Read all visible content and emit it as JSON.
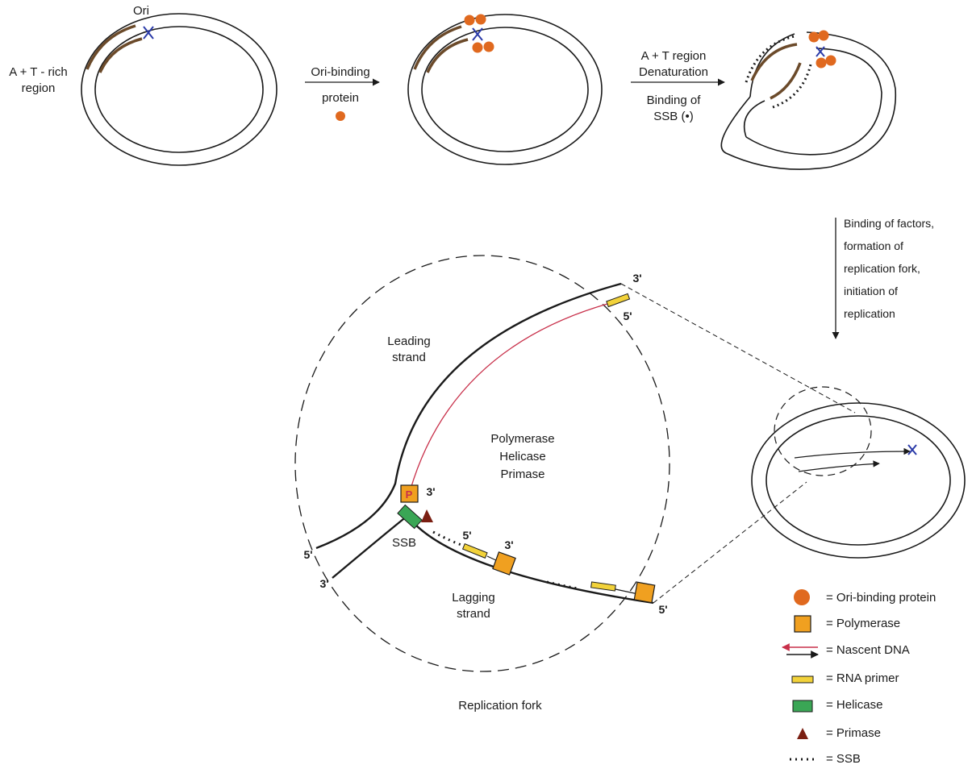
{
  "labels": {
    "ori": "Ori",
    "at_rich_region": "A + T - rich region",
    "ori_binding_arrow": "Ori-binding",
    "ori_binding_protein_caption": "protein",
    "at_region_arrow": "A + T region Denaturation",
    "binding_ssb_caption": "Binding of SSB (•)",
    "binding_factors_arrow": "Binding of factors, formation of replication fork, initiation of replication",
    "leading_strand": "Leading strand",
    "lagging_strand": "Lagging strand",
    "enzymes": "Polymerase Helicase Primase",
    "ssb": "SSB",
    "replication_fork": "Replication fork",
    "p_marker": "P",
    "three_prime": "3'",
    "five_prime": "5'"
  },
  "legend": [
    {
      "icon": "ori-binding-protein-icon",
      "text": "= Ori-binding protein"
    },
    {
      "icon": "polymerase-icon",
      "text": "= Polymerase"
    },
    {
      "icon": "nascent-dna-icon",
      "text": "= Nascent DNA"
    },
    {
      "icon": "rna-primer-icon",
      "text": "= RNA primer"
    },
    {
      "icon": "helicase-icon",
      "text": "= Helicase"
    },
    {
      "icon": "primase-icon",
      "text": "= Primase"
    },
    {
      "icon": "ssb-icon",
      "text": "= SSB"
    }
  ],
  "colors": {
    "ori_binding_protein": "#e0691f",
    "polymerase": "#f0a020",
    "nascent_dna": "#c8304a",
    "rna_primer": "#f2d23a",
    "helicase": "#3aa655",
    "primase": "#7a1f12",
    "at_rich_region": "#6b4a2a",
    "ori_marker": "#2a3aa8"
  }
}
